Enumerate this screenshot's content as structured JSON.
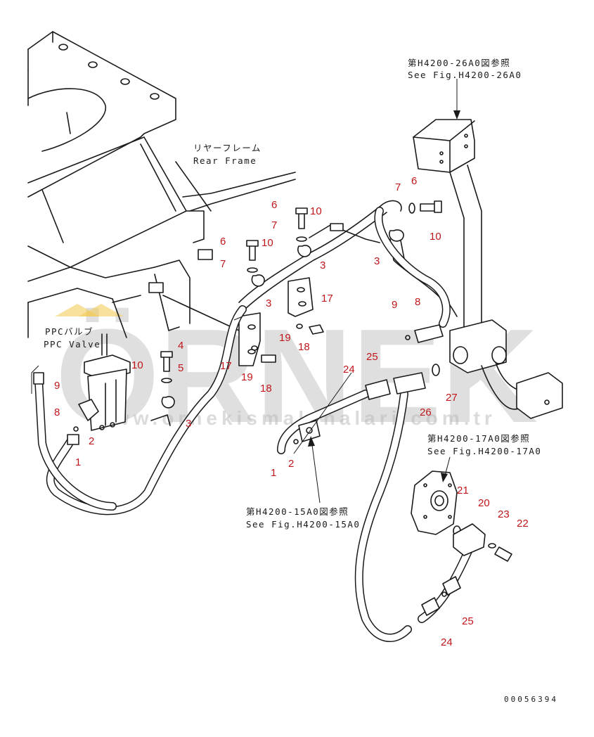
{
  "labels": {
    "rear_frame_jp": "リヤーフレーム",
    "rear_frame_en": "Rear Frame",
    "ppc_valve_jp": "PPCバルブ",
    "ppc_valve_en": "PPC Valve",
    "ref_26_jp": "第H4200-26A0図参照",
    "ref_26_en": "See Fig.H4200-26A0",
    "ref_17_jp": "第H4200-17A0図参照",
    "ref_17_en": "See Fig.H4200-17A0",
    "ref_15_jp": "第H4200-15A0図参照",
    "ref_15_en": "See Fig.H4200-15A0"
  },
  "callouts": [
    {
      "id": "c-6a",
      "text": "6"
    },
    {
      "id": "c-10a",
      "text": "10"
    },
    {
      "id": "c-7a",
      "text": "7"
    },
    {
      "id": "c-3a",
      "text": "3"
    },
    {
      "id": "c-6b",
      "text": "6"
    },
    {
      "id": "c-10b",
      "text": "10"
    },
    {
      "id": "c-7b",
      "text": "7"
    },
    {
      "id": "c-3b",
      "text": "3"
    },
    {
      "id": "c-17a",
      "text": "17"
    },
    {
      "id": "c-19a",
      "text": "19"
    },
    {
      "id": "c-18a",
      "text": "18"
    },
    {
      "id": "c-17b",
      "text": "17"
    },
    {
      "id": "c-19b",
      "text": "19"
    },
    {
      "id": "c-18b",
      "text": "18"
    },
    {
      "id": "c-7c",
      "text": "7"
    },
    {
      "id": "c-6c",
      "text": "6"
    },
    {
      "id": "c-10c",
      "text": "10"
    },
    {
      "id": "c-3c",
      "text": "3"
    },
    {
      "id": "c-4",
      "text": "4"
    },
    {
      "id": "c-5",
      "text": "5"
    },
    {
      "id": "c-10d",
      "text": "10"
    },
    {
      "id": "c-3d",
      "text": "3"
    },
    {
      "id": "c-9a",
      "text": "9"
    },
    {
      "id": "c-8a",
      "text": "8"
    },
    {
      "id": "c-2a",
      "text": "2"
    },
    {
      "id": "c-1a",
      "text": "1"
    },
    {
      "id": "c-9b",
      "text": "9"
    },
    {
      "id": "c-8b",
      "text": "8"
    },
    {
      "id": "c-25a",
      "text": "25"
    },
    {
      "id": "c-24a",
      "text": "24"
    },
    {
      "id": "c-26",
      "text": "26"
    },
    {
      "id": "c-27",
      "text": "27"
    },
    {
      "id": "c-1b",
      "text": "1"
    },
    {
      "id": "c-2b",
      "text": "2"
    },
    {
      "id": "c-21",
      "text": "21"
    },
    {
      "id": "c-20",
      "text": "20"
    },
    {
      "id": "c-23",
      "text": "23"
    },
    {
      "id": "c-22",
      "text": "22"
    },
    {
      "id": "c-25b",
      "text": "25"
    },
    {
      "id": "c-24b",
      "text": "24"
    }
  ],
  "watermark": {
    "brand": "ÖRNEK",
    "url": "www.ornekismakinalari.com.tr"
  },
  "document_number": "00056394",
  "colors": {
    "callout": "#c0161b",
    "line": "#1a1a1a",
    "watermark": "#b9b9b9",
    "watermark_accent": "#f2c94c"
  }
}
